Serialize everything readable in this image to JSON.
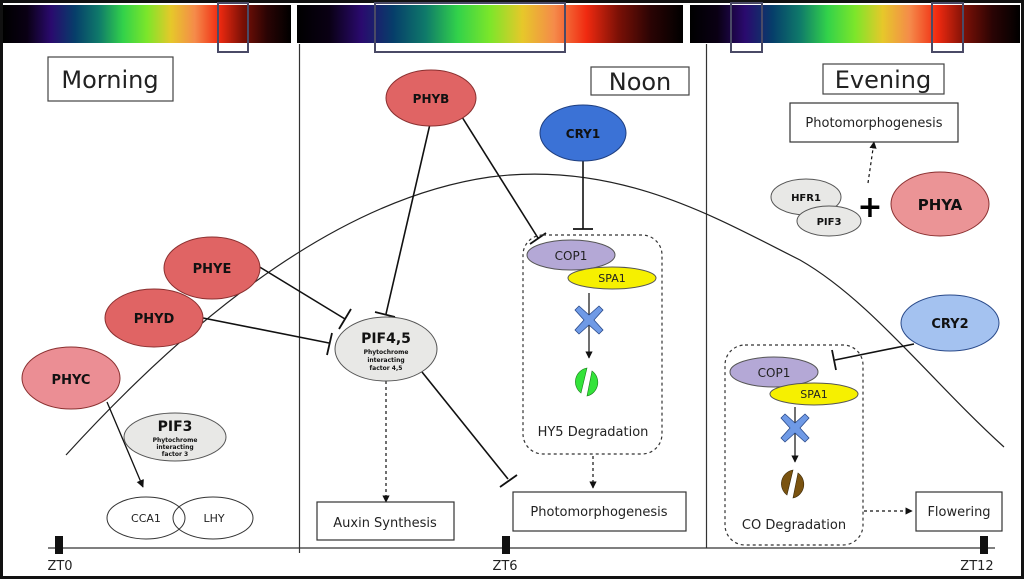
{
  "spectrum": {
    "colors": [
      "#000000",
      "#0a0014",
      "#2a0a6e",
      "#063e6a",
      "#0f7a6a",
      "#32d24a",
      "#7ce62a",
      "#e6c82a",
      "#f58a4a",
      "#f02a10",
      "#7a1006",
      "#2a0404",
      "#000000"
    ]
  },
  "panels": {
    "morning": {
      "title": "Morning"
    },
    "noon": {
      "title": "Noon"
    },
    "evening": {
      "title": "Evening"
    }
  },
  "nodes": {
    "phyb": {
      "label": "PHYB",
      "color": "#e06464"
    },
    "cry1": {
      "label": "CRY1",
      "color": "#3b72d6"
    },
    "phye": {
      "label": "PHYE",
      "color": "#e06464"
    },
    "phyd": {
      "label": "PHYD",
      "color": "#e06464"
    },
    "phyc": {
      "label": "PHYC",
      "color": "#eb8e94"
    },
    "pif3": {
      "label": "PIF3",
      "sub": [
        "Phytochrome",
        "interacting",
        "factor 3"
      ],
      "color": "#e8e8e6"
    },
    "pif45": {
      "label": "PIF4,5",
      "sub": [
        "Phytochrome",
        "interacting",
        "factor 4,5"
      ],
      "color": "#e8e8e6"
    },
    "cca1": {
      "label": "CCA1"
    },
    "lhy": {
      "label": "LHY"
    },
    "cop1_noon": {
      "label": "COP1",
      "color": "#b4a8d6"
    },
    "spa1_noon": {
      "label": "SPA1",
      "color": "#f6f000"
    },
    "cop1_eve": {
      "label": "COP1",
      "color": "#b4a8d6"
    },
    "spa1_eve": {
      "label": "SPA1",
      "color": "#f6f000"
    },
    "hfr1": {
      "label": "HFR1",
      "color": "#e8e8e6"
    },
    "pif3_eve": {
      "label": "PIF3",
      "color": "#e8e8e6"
    },
    "phya": {
      "label": "PHYA",
      "color": "#eb9496"
    },
    "cry2": {
      "label": "CRY2",
      "color": "#a4c2f0"
    }
  },
  "boxes": {
    "auxin": "Auxin Synthesis",
    "photo_noon": "Photomorphogenesis",
    "photo_eve": "Photomorphogenesis",
    "flowering": "Flowering",
    "hy5": "HY5 Degradation",
    "co": "CO Degradation"
  },
  "symbols": {
    "plus": "+",
    "block_color": "#6f9ae6",
    "hy5_color": "#33e33a",
    "co_color": "#7a5310"
  },
  "timeline": {
    "ticks": [
      "ZT0",
      "ZT6",
      "ZT12"
    ]
  }
}
